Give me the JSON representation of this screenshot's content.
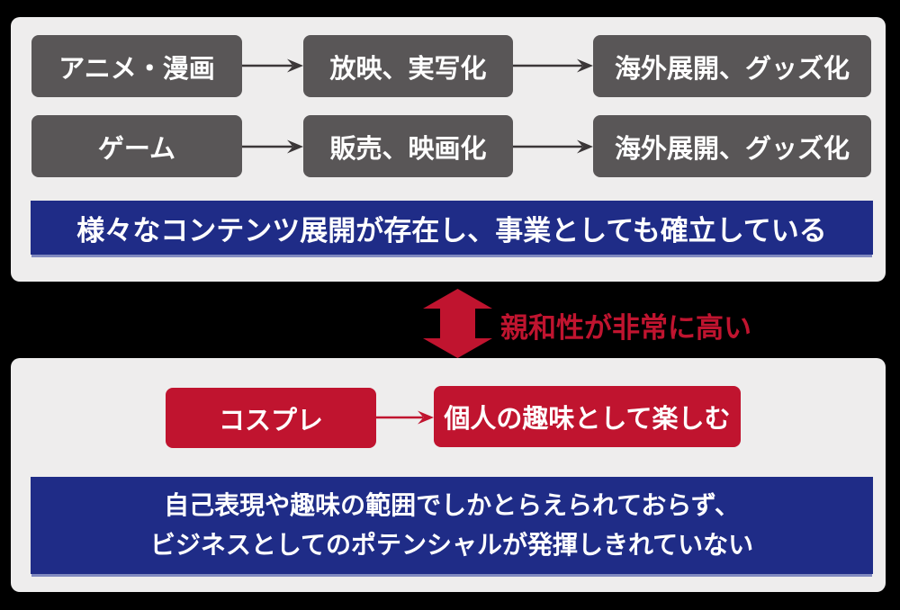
{
  "colors": {
    "background": "#000000",
    "panel_gray": "#EEEDED",
    "box_gray": "#595657",
    "banner_blue": "#1F2C87",
    "banner_shadow": "#8089BF",
    "accent_red": "#C0142F",
    "arrow_dark": "#3B3738",
    "text_white": "#FFFFFF"
  },
  "top_section": {
    "rows": [
      {
        "source": "アニメ・漫画",
        "process": "放映、実写化",
        "outcome": "海外展開、グッズ化"
      },
      {
        "source": "ゲーム",
        "process": "販売、映画化",
        "outcome": "海外展開、グッズ化"
      }
    ],
    "banner": "様々なコンテンツ展開が存在し、事業としても確立している"
  },
  "connector": {
    "label": "親和性が非常に高い"
  },
  "bottom_section": {
    "source": "コスプレ",
    "outcome": "個人の趣味として楽しむ",
    "banner_lines": [
      "自己表現や趣味の範囲でしかとらえられておらず、",
      "ビジネスとしてのポテンシャルが発揮しきれていない"
    ]
  }
}
